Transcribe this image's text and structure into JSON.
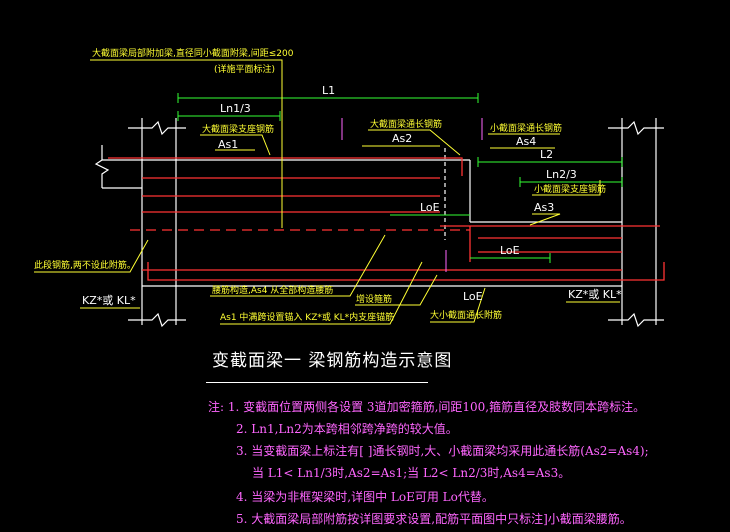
{
  "diagram": {
    "title": "变截面梁一 梁钢筋构造示意图",
    "labels": {
      "top_note_1": "大截面梁局部附加梁,直径同小截面附梁,间距≤200",
      "top_note_2": "(详施平面标注)",
      "L1": "L1",
      "Ln1_3": "Ln1/3",
      "big_support_bar": "大截面梁支座钢筋",
      "As1": "As1",
      "big_through_bar": "大截面梁通长钢筋",
      "As2": "As2",
      "small_through_bar": "小截面梁通长钢筋",
      "As4": "As4",
      "L2": "L2",
      "Ln2_3": "Ln2/3",
      "small_support_bar": "小截面梁支座钢筋",
      "As3": "As3",
      "LoE_1": "LoE",
      "LoE_2": "LoE",
      "LoE_3": "LoE",
      "left_anchor_note": "此段钢筋,两不设此附筋。",
      "kz_kl_left": "KZ*或 KL*",
      "kz_kl_right": "KZ*或 KL*",
      "waist_bar_note": "腰筋构造,As4 从全部构造腰筋",
      "added_stirrup": "增设箍筋",
      "small_bottom_bar": "大小截面通长附筋",
      "as1_note": "As1 中满跨设置锚入 KZ*或 KL*内支座锚筋"
    },
    "notes": [
      "注: 1. 变截面位置两侧各设置 3道加密箍筋,间距100,箍筋直径及肢数同本跨标注。",
      "2.  Ln1,Ln2为本跨相邻跨净跨的较大值。",
      "3. 当变截面梁上标注有[  ]通长钢时,大、小截面梁均采用此通长筋(As2=As4);",
      "当 L1< Ln1/3时,As2=As1;当 L2< Ln2/3时,As4=As3。",
      "4. 当梁为非框架梁时,详图中 LoE可用 Lo代替。",
      "5. 大截面梁局部附筋按详图要求设置,配筋平面图中只标注]小截面梁腰筋。"
    ]
  },
  "colors": {
    "background": "#000000",
    "column": "#ffffff",
    "beam_outline": "#ffffff",
    "rebar": "#ff3333",
    "dim_line": "#33ff33",
    "leader_yellow": "#ffff33",
    "leader_magenta": "#ff66ff",
    "title": "#ffffff",
    "notes": "#ff66ff"
  }
}
